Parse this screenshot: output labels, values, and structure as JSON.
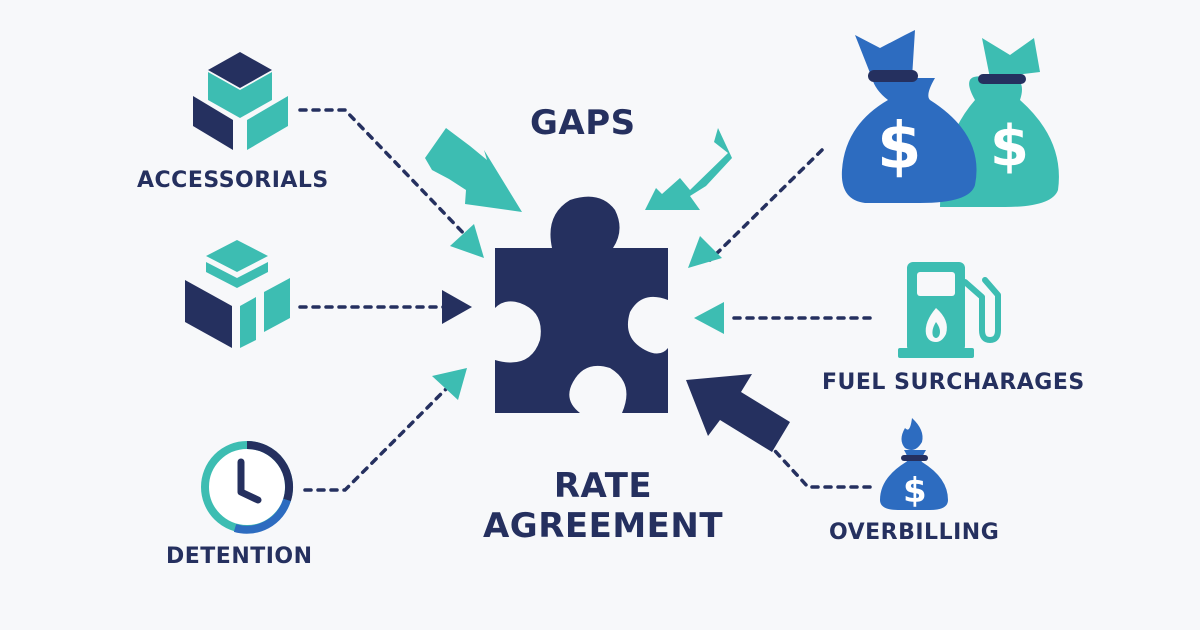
{
  "title": "GAPS",
  "center": {
    "line1": "RATE",
    "line2": "AGREEMENT"
  },
  "items": {
    "accessorials": "ACCESSORIALS",
    "detention": "DETENTION",
    "fuel": "FUEL SURCHARAGES",
    "overbilling": "OVERBILLING"
  },
  "icons": {
    "top_left": "stacked-cubes-icon",
    "mid_left": "cube-icon",
    "bottom_left": "clock-icon",
    "top_right": "money-bags-icon",
    "mid_right": "fuel-pump-icon",
    "bottom_right": "money-bag-flame-icon",
    "center": "puzzle-piece-icon"
  },
  "colors": {
    "navy": "#25305f",
    "teal": "#3dbdb2",
    "blue": "#2d6cc0",
    "background": "#f7f8fa"
  }
}
